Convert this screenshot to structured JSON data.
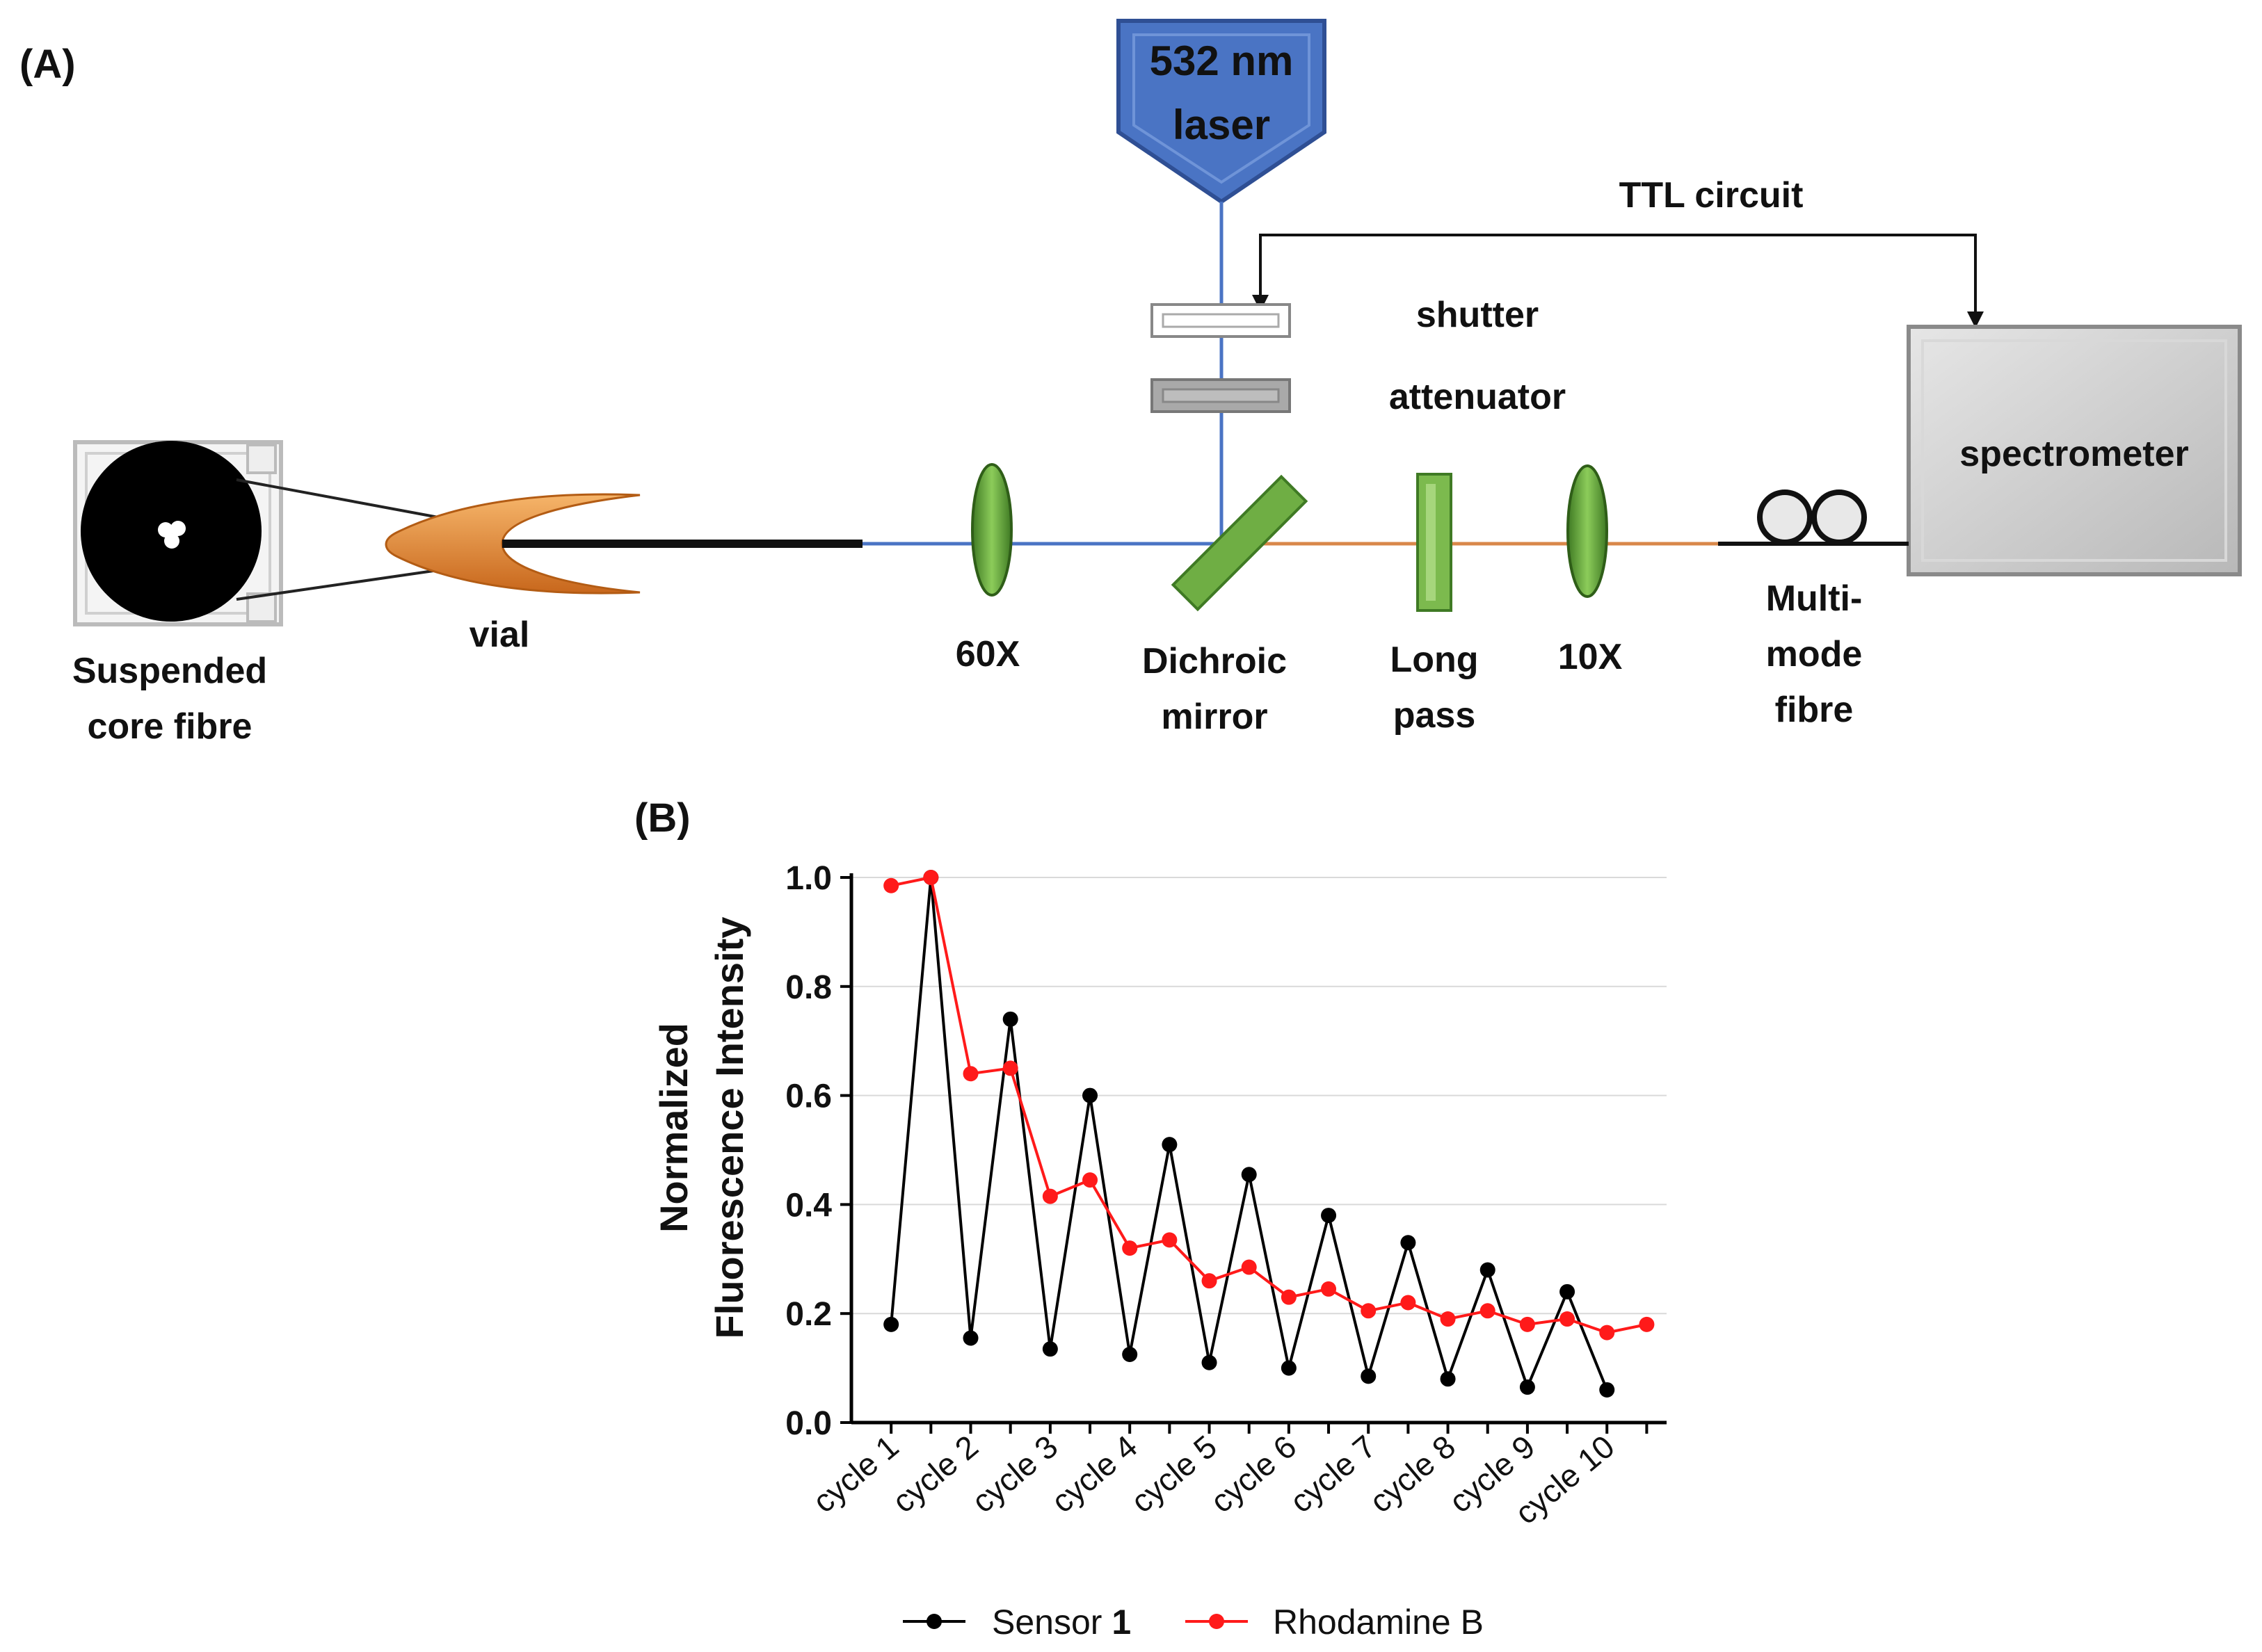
{
  "panel_a": {
    "label": "(A)",
    "laser_line1": "532 nm",
    "laser_line2": "laser",
    "ttl": "TTL circuit",
    "shutter": "shutter",
    "attenuator": "attenuator",
    "spectrometer": "spectrometer",
    "fibre_line1": "Suspended",
    "fibre_line2": "core fibre",
    "vial": "vial",
    "obj60": "60X",
    "dichroic_line1": "Dichroic",
    "dichroic_line2": "mirror",
    "longpass_line1": "Long",
    "longpass_line2": "pass",
    "obj10": "10X",
    "mm_line1": "Multi-",
    "mm_line2": "mode",
    "mm_line3": "fibre",
    "colors": {
      "laser": "#4a74c4",
      "beam_blue": "#4a74c4",
      "beam_orange": "#d9884a",
      "lens": "#5e9e3a",
      "vial": "#e88a2e"
    }
  },
  "panel_b": {
    "label": "(B)",
    "ylabel_line1": "Normalized",
    "ylabel_line2": "Fluorescence Intensity",
    "legend_sensor_prefix": "Sensor ",
    "legend_sensor_bold": "1",
    "legend_rhodamine": "Rhodamine B"
  },
  "chart_data": {
    "type": "line",
    "categories": [
      "cycle 1",
      "cycle 2",
      "cycle 3",
      "cycle 4",
      "cycle 5",
      "cycle 6",
      "cycle 7",
      "cycle 8",
      "cycle 9",
      "cycle 10"
    ],
    "ylim": [
      0.0,
      1.0
    ],
    "yticks": [
      "0.0",
      "0.2",
      "0.4",
      "0.6",
      "0.8",
      "1.0"
    ],
    "grid": true,
    "legend": "bottom",
    "series": [
      {
        "name": "Sensor 1",
        "color": "#000000",
        "x": [
          1,
          1.5,
          2,
          2.5,
          3,
          3.5,
          4,
          4.5,
          5,
          5.5,
          6,
          6.5,
          7,
          7.5,
          8,
          8.5,
          9,
          9.5,
          10
        ],
        "y": [
          0.18,
          1.0,
          0.155,
          0.74,
          0.135,
          0.6,
          0.125,
          0.51,
          0.11,
          0.455,
          0.1,
          0.38,
          0.085,
          0.33,
          0.08,
          0.28,
          0.065,
          0.24,
          0.06
        ]
      },
      {
        "name": "Rhodamine B",
        "color": "#ff1a1a",
        "x": [
          1,
          1.5,
          2,
          2.5,
          3,
          3.5,
          4,
          4.5,
          5,
          5.5,
          6,
          6.5,
          7,
          7.5,
          8,
          8.5,
          9,
          9.5,
          10,
          10.5
        ],
        "y": [
          0.985,
          1.0,
          0.64,
          0.65,
          0.415,
          0.445,
          0.32,
          0.335,
          0.26,
          0.285,
          0.23,
          0.245,
          0.205,
          0.22,
          0.19,
          0.205,
          0.18,
          0.19,
          0.165,
          0.18
        ]
      }
    ]
  }
}
